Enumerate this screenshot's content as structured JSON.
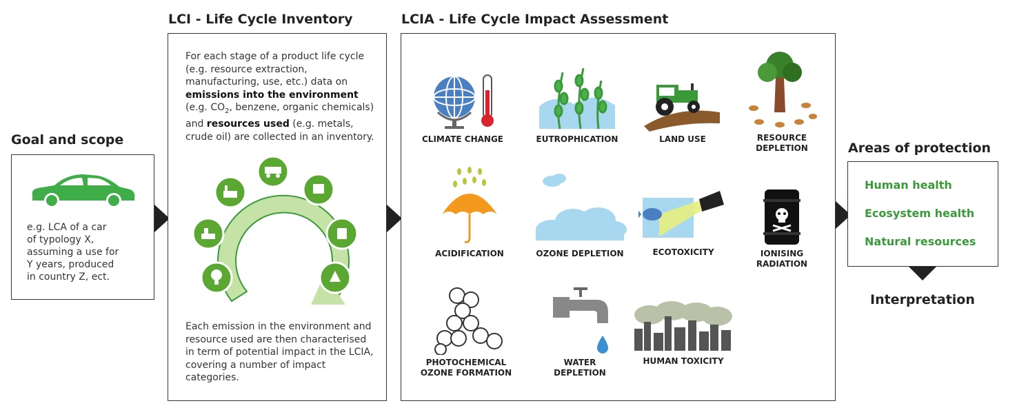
{
  "goal": {
    "title": "Goal and scope",
    "text": "e.g. LCA of a car\nof typology X,\nassuming a use for\nY years, produced\nin country Z, ect."
  },
  "lci": {
    "title": "LCI - Life Cycle Inventory",
    "intro_1": "For each stage of a product life cycle (e.g. resource extraction, manufacturing, use, etc.) data on ",
    "intro_bold_1": "emissions into the environment",
    "intro_2": " (e.g. CO",
    "intro_sub": "2",
    "intro_3": ", benzene, organic chemicals) and ",
    "intro_bold_2": "resources used",
    "intro_4": " (e.g. metals, crude oil) are collected in an inventory.",
    "outro": "Each emission in the environment and resource used are then characterised in term of potential impact in the LCIA, covering a number of impact categories."
  },
  "lcia": {
    "title": "LCIA - Life Cycle Impact Assessment",
    "categories": [
      {
        "label": "CLIMATE CHANGE",
        "icon": "globe-thermometer-icon"
      },
      {
        "label": "EUTROPHICATION",
        "icon": "algae-icon"
      },
      {
        "label": "LAND USE",
        "icon": "tractor-icon"
      },
      {
        "label": "RESOURCE\nDEPLETION",
        "icon": "tree-stumps-icon"
      },
      {
        "label": "ACIDIFICATION",
        "icon": "umbrella-rain-icon"
      },
      {
        "label": "OZONE DEPLETION",
        "icon": "clouds-icon"
      },
      {
        "label": "ECOTOXICITY",
        "icon": "pollution-pipe-fish-icon"
      },
      {
        "label": "IONISING\nRADIATION",
        "icon": "toxic-barrel-icon"
      },
      {
        "label": "PHOTOCHEMICAL\nOZONE FORMATION",
        "icon": "molecule-icon"
      },
      {
        "label": "WATER\nDEPLETION",
        "icon": "faucet-drop-icon"
      },
      {
        "label": "HUMAN TOXICITY",
        "icon": "smog-city-icon"
      }
    ]
  },
  "aop": {
    "title": "Areas of protection",
    "items": [
      "Human health",
      "Ecosystem health",
      "Natural resources"
    ]
  },
  "interpretation": "Interpretation",
  "colors": {
    "green": "#3a9a3a",
    "light_green": "#c5e3a6",
    "dark": "#222222"
  }
}
